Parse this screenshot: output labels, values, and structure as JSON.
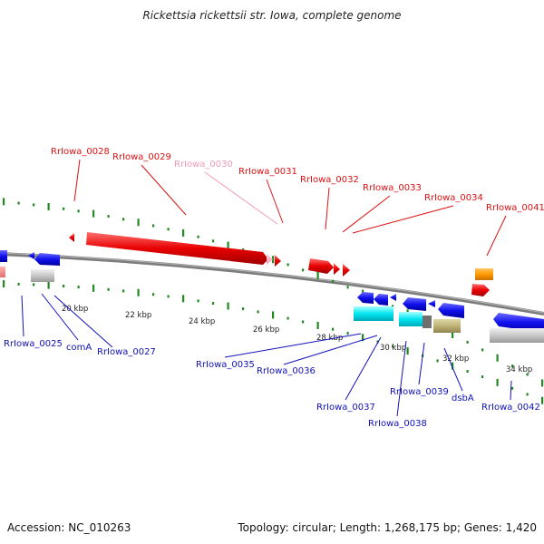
{
  "title": "Rickettsia rickettsii str. Iowa, complete genome",
  "footer": {
    "accession": "Accession: NC_010263",
    "summary": "Topology: circular; Length: 1,268,175 bp; Genes: 1,420"
  },
  "ticks": [
    "20 kbp",
    "22 kbp",
    "24 kbp",
    "26 kbp",
    "28 kbp",
    "30 kbp",
    "32 kbp",
    "34 kbp"
  ],
  "colors": {
    "forward_label": "#dd1111",
    "reverse_label": "#1111bb",
    "faded_label": "#f29ab8",
    "backbone": "#888888",
    "dots": "#228822"
  },
  "forward_labels": [
    {
      "text": "RrIowa_0028",
      "style": "forward"
    },
    {
      "text": "RrIowa_0029",
      "style": "forward"
    },
    {
      "text": "RrIowa_0030",
      "style": "faded"
    },
    {
      "text": "RrIowa_0031",
      "style": "forward"
    },
    {
      "text": "RrIowa_0032",
      "style": "forward"
    },
    {
      "text": "RrIowa_0033",
      "style": "forward"
    },
    {
      "text": "RrIowa_0034",
      "style": "forward"
    },
    {
      "text": "RrIowa_0041",
      "style": "forward"
    }
  ],
  "reverse_labels": [
    {
      "text": "RrIowa_0025"
    },
    {
      "text": "comA"
    },
    {
      "text": "RrIowa_0027"
    },
    {
      "text": "RrIowa_0035"
    },
    {
      "text": "RrIowa_0036"
    },
    {
      "text": "RrIowa_0037"
    },
    {
      "text": "RrIowa_0038"
    },
    {
      "text": "RrIowa_0039"
    },
    {
      "text": "dsbA"
    },
    {
      "text": "RrIowa_0042"
    }
  ]
}
